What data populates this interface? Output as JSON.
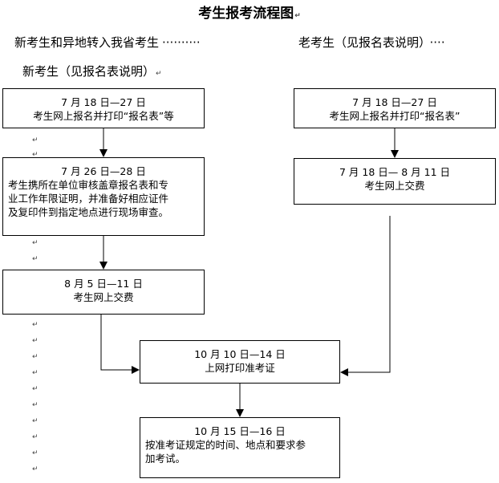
{
  "title": "考生报考流程图",
  "header": {
    "left_label": "新考生和异地转入我省考生",
    "left_dots": "··········",
    "right_label": "老考生（见报名表说明）",
    "right_dots": "····",
    "second_line": "新考生（见报名表说明）"
  },
  "boxes": {
    "new1": {
      "line1": "7 月 18 日—27 日",
      "line2": "考生网上报名并打印“报名表”等"
    },
    "new2": {
      "line1": "7 月 26 日—28 日",
      "line2": "考生携所在单位审核盖章报名表和专",
      "line3": "业工作年限证明，并准备好相应证件",
      "line4": "及复印件到指定地点进行现场审查。"
    },
    "new3": {
      "line1": "8 月 5 日—11 日",
      "line2": "考生网上交费"
    },
    "old1": {
      "line1": "7 月 18 日—27 日",
      "line2": "考生网上报名并打印“报名表”"
    },
    "old2": {
      "line1": "7 月 18 日— 8 月 11 日",
      "line2": "考生网上交费"
    },
    "print": {
      "line1": "10 月 10 日—14 日",
      "line2": "上网打印准考证"
    },
    "exam": {
      "line1": "10 月 15 日—16 日",
      "line2": "按准考证规定的时间、地点和要求参",
      "line3": "加考试。"
    }
  },
  "return_mark": "↵"
}
